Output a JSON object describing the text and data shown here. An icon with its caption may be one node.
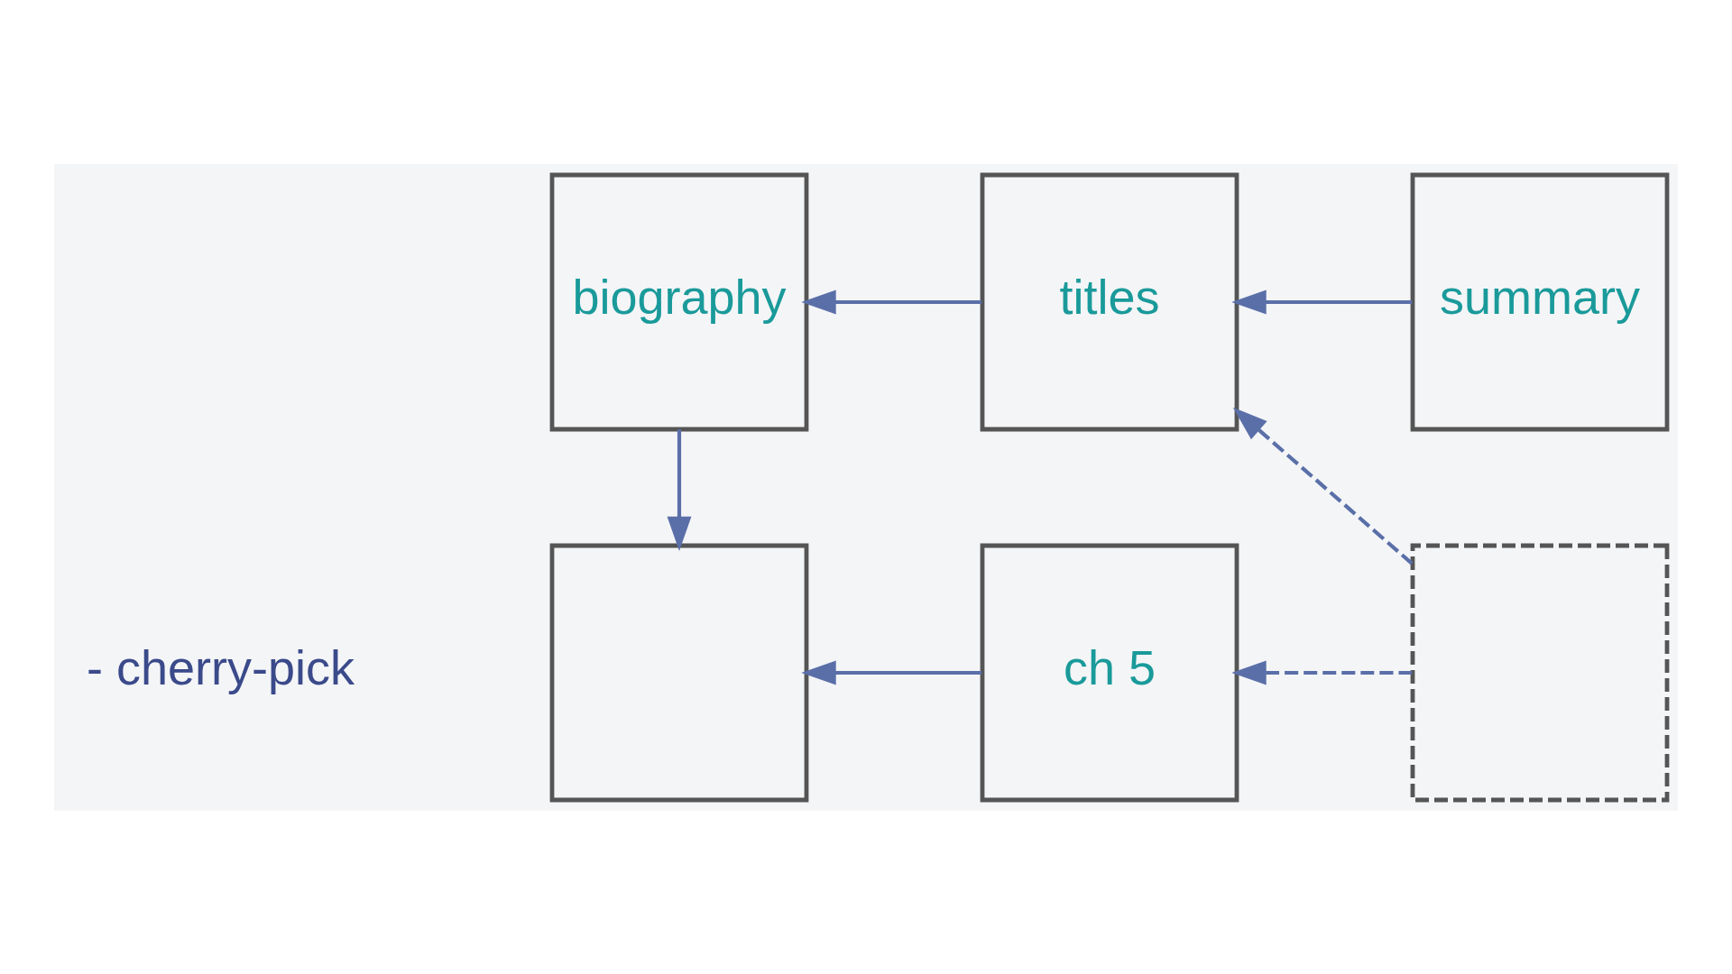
{
  "diagram": {
    "nodes": [
      {
        "text": [
          "biography"
        ]
      },
      {
        "text": [
          "titles"
        ]
      },
      {
        "text": [
          "summary"
        ]
      },
      {
        "text": [],
        "shape": "box"
      },
      {
        "text": [
          "ch 5"
        ]
      },
      {
        "text": [],
        "shape": "box"
      }
    ],
    "edges": [
      {
        "from": 1,
        "to": 0,
        "arrow": "to"
      },
      {
        "from": 2,
        "to": 1,
        "arrow": "to"
      },
      {
        "from": 0,
        "to": 3,
        "arrow": "to"
      },
      {
        "from": 4,
        "to": 3,
        "arrow": "to"
      },
      {
        "from": 5,
        "to": 4,
        "arrow": "to",
        "style": "dashed"
      },
      {
        "from": 5,
        "to": 1,
        "arrow": "to",
        "style": "dashed"
      }
    ],
    "labels": [
      "- cherry-pick"
    ]
  }
}
